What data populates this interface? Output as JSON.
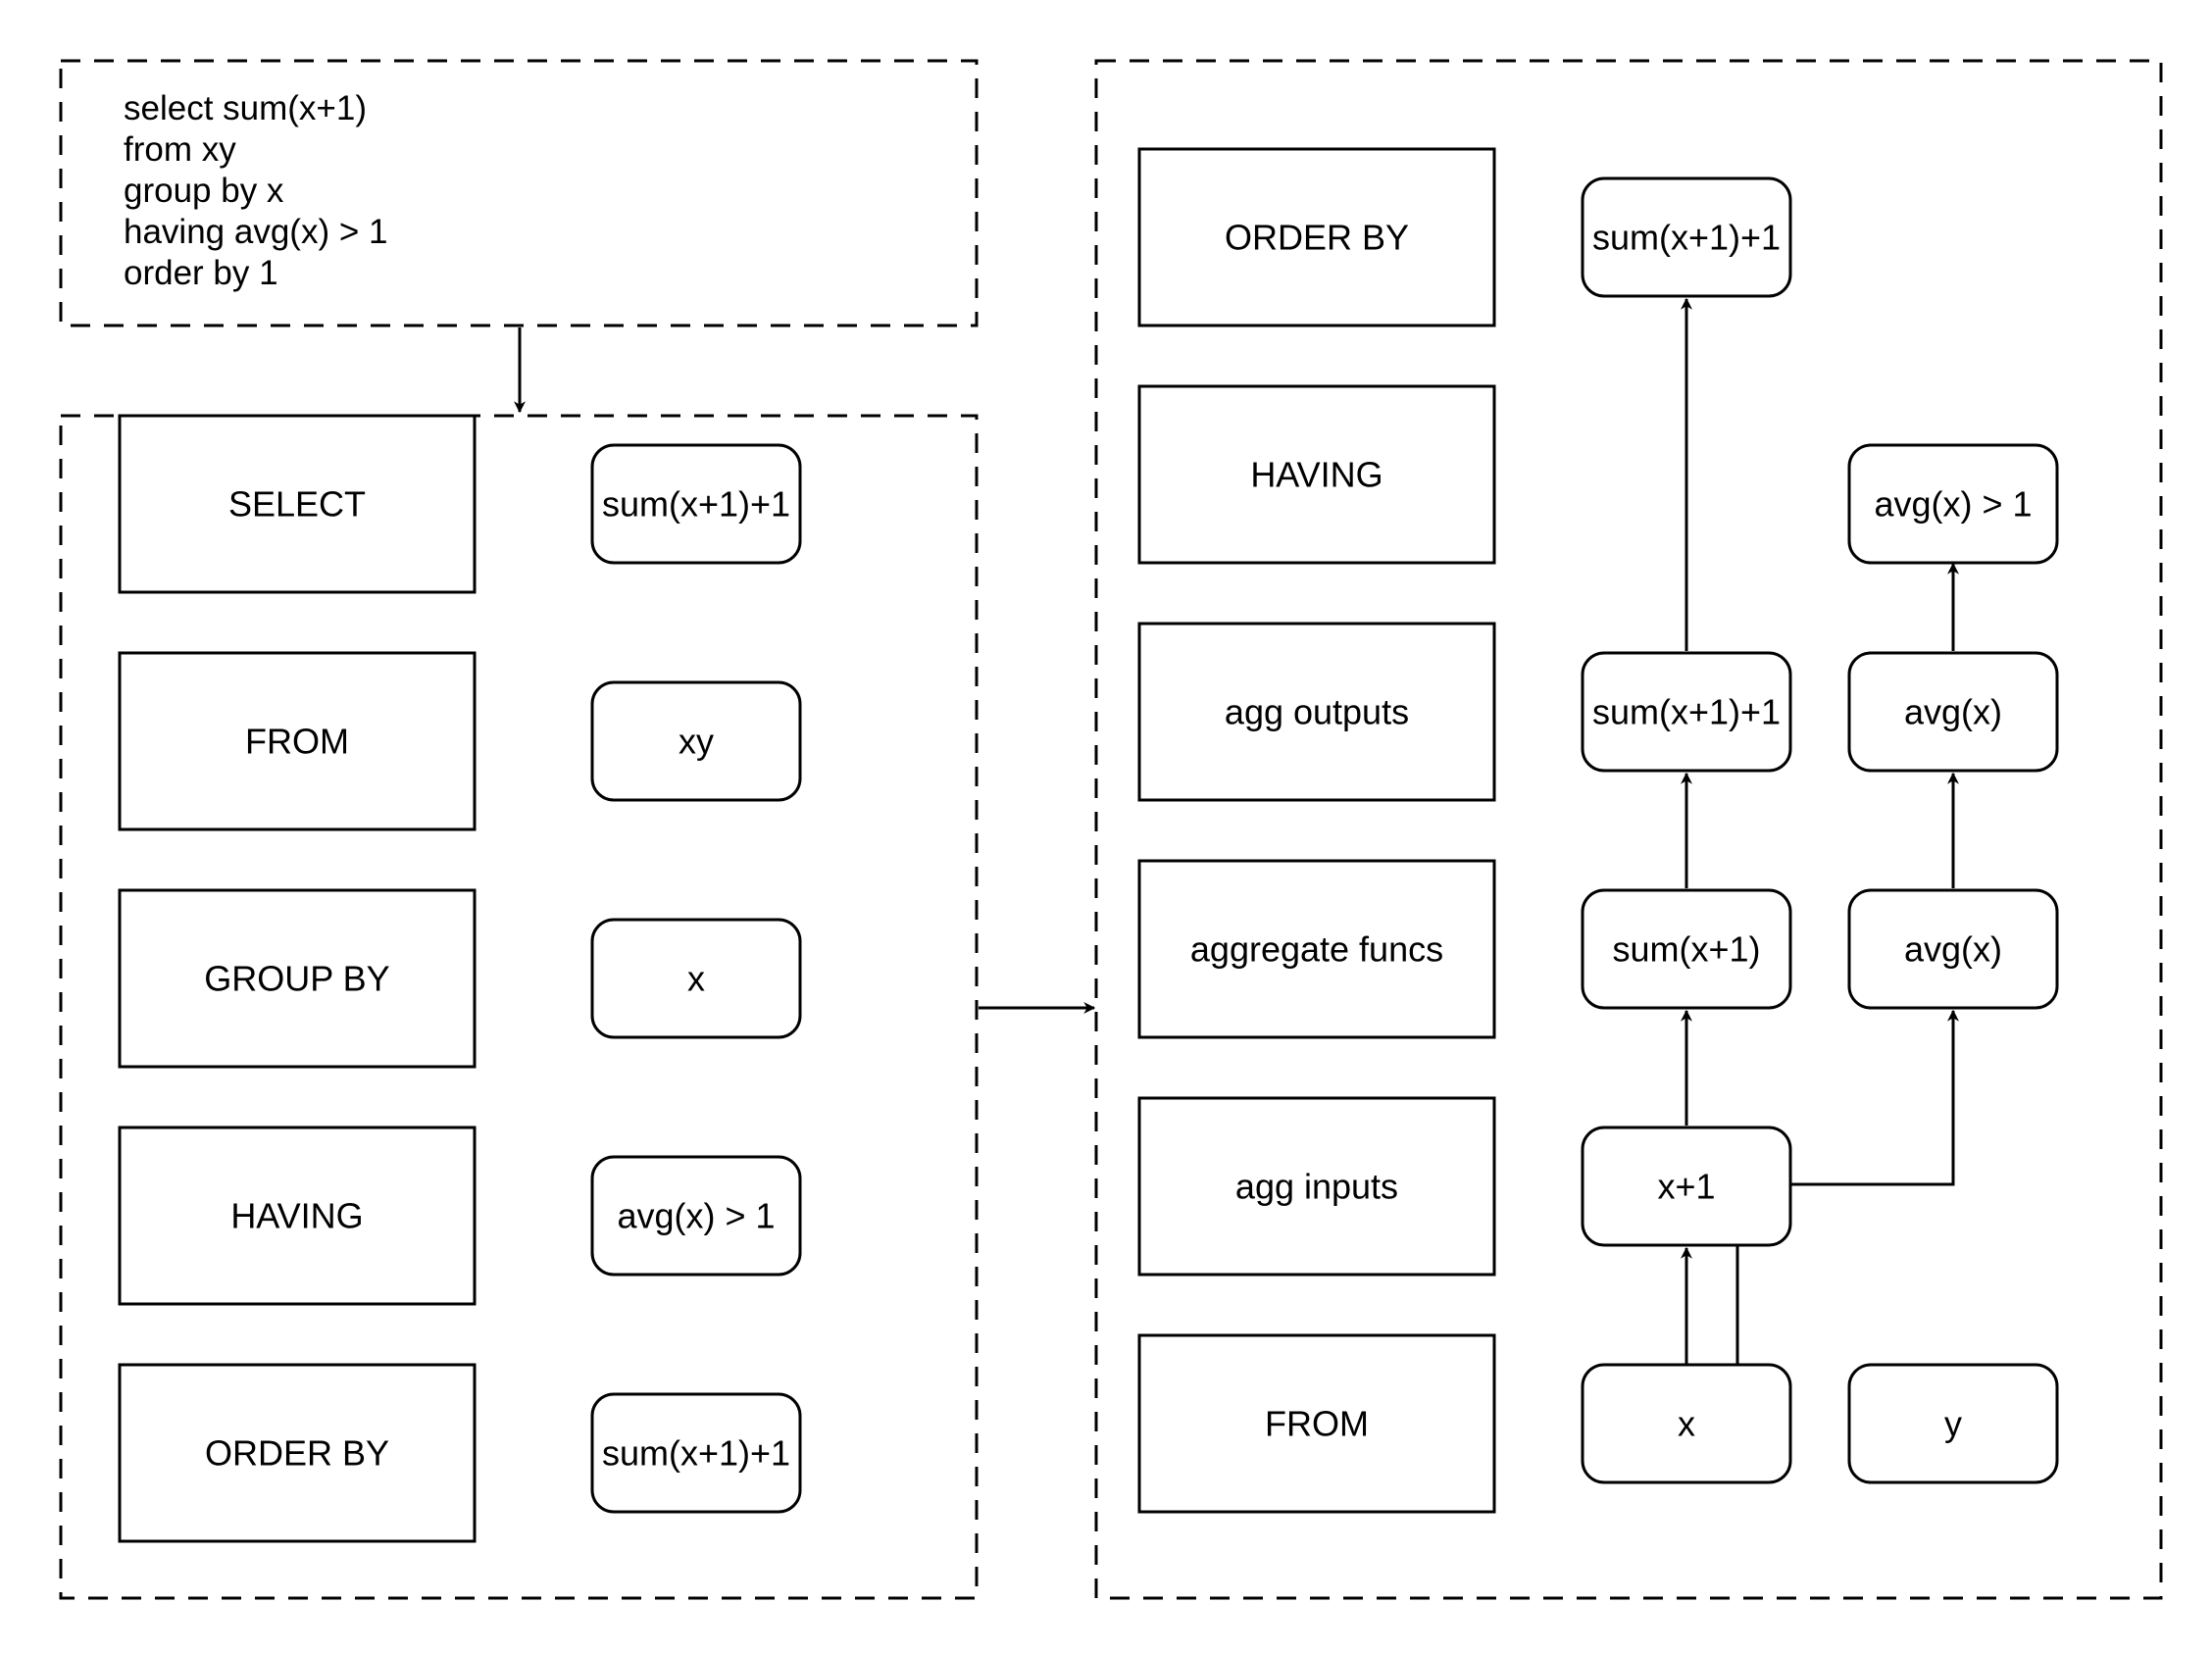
{
  "colors": {
    "stroke": "#000000",
    "background": "#ffffff"
  },
  "sql_query": {
    "lines": [
      "select sum(x+1)",
      "from xy",
      "group by x",
      "having avg(x) > 1",
      "order by 1"
    ]
  },
  "parse_panel": {
    "clauses": [
      {
        "label": "SELECT",
        "expr": "sum(x+1)+1"
      },
      {
        "label": "FROM",
        "expr": "xy"
      },
      {
        "label": "GROUP BY",
        "expr": "x"
      },
      {
        "label": "HAVING",
        "expr": "avg(x) > 1"
      },
      {
        "label": "ORDER BY",
        "expr": "sum(x+1)+1"
      }
    ]
  },
  "plan_panel": {
    "stages": [
      "ORDER BY",
      "HAVING",
      "agg outputs",
      "aggregate funcs",
      "agg inputs",
      "FROM"
    ],
    "nodes": {
      "order_expr": "sum(x+1)+1",
      "having_expr": "avg(x) > 1",
      "out_sum": "sum(x+1)+1",
      "out_avg": "avg(x)",
      "func_sum": "sum(x+1)",
      "func_avg": "avg(x)",
      "input_expr": "x+1",
      "col_x": "x",
      "col_y": "y"
    }
  }
}
